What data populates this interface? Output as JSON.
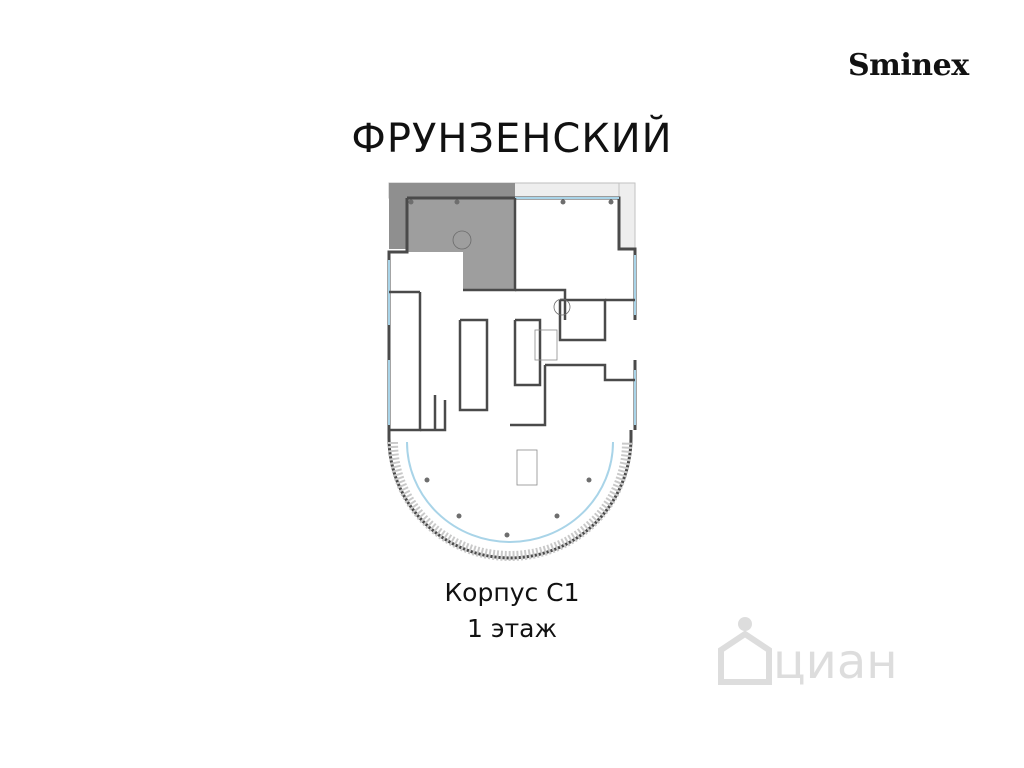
{
  "brand": {
    "logo_text": "Sminex"
  },
  "page": {
    "title": "ФРУНЗЕНСКИЙ"
  },
  "caption": {
    "building": "Корпус С1",
    "floor": "1 этаж"
  },
  "watermark": {
    "text": "циан",
    "icon": "cian-house-icon"
  },
  "colors": {
    "highlight_room": "#9e9e9e",
    "wall": "#4a4a4a",
    "glass": "#a9d4e8"
  }
}
